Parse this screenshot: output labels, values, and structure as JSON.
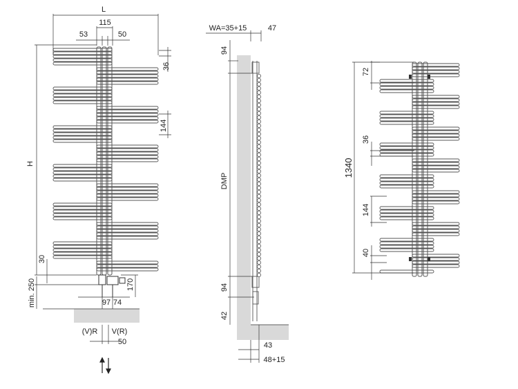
{
  "front_view": {
    "dims": {
      "L": "L",
      "d115": "115",
      "d53": "53",
      "d50_top": "50",
      "d36": "36",
      "d144": "144",
      "H": "H",
      "d30": "30",
      "min250": "min. 250",
      "d170": "170",
      "d97": "97",
      "d74": "74",
      "vr_left": "(V)R",
      "vr_right": "V(R)",
      "d50_bottom": "50"
    }
  },
  "side_view": {
    "dims": {
      "wa": "WA=35+15",
      "d47": "47",
      "d94_top": "94",
      "dmp": "DMP",
      "d94_bottom": "94",
      "d42": "42",
      "d43": "43",
      "d48": "48+15"
    }
  },
  "right_view": {
    "dims": {
      "d1340": "1340",
      "d72": "72",
      "d36": "36",
      "d144": "144",
      "d40": "40"
    }
  }
}
